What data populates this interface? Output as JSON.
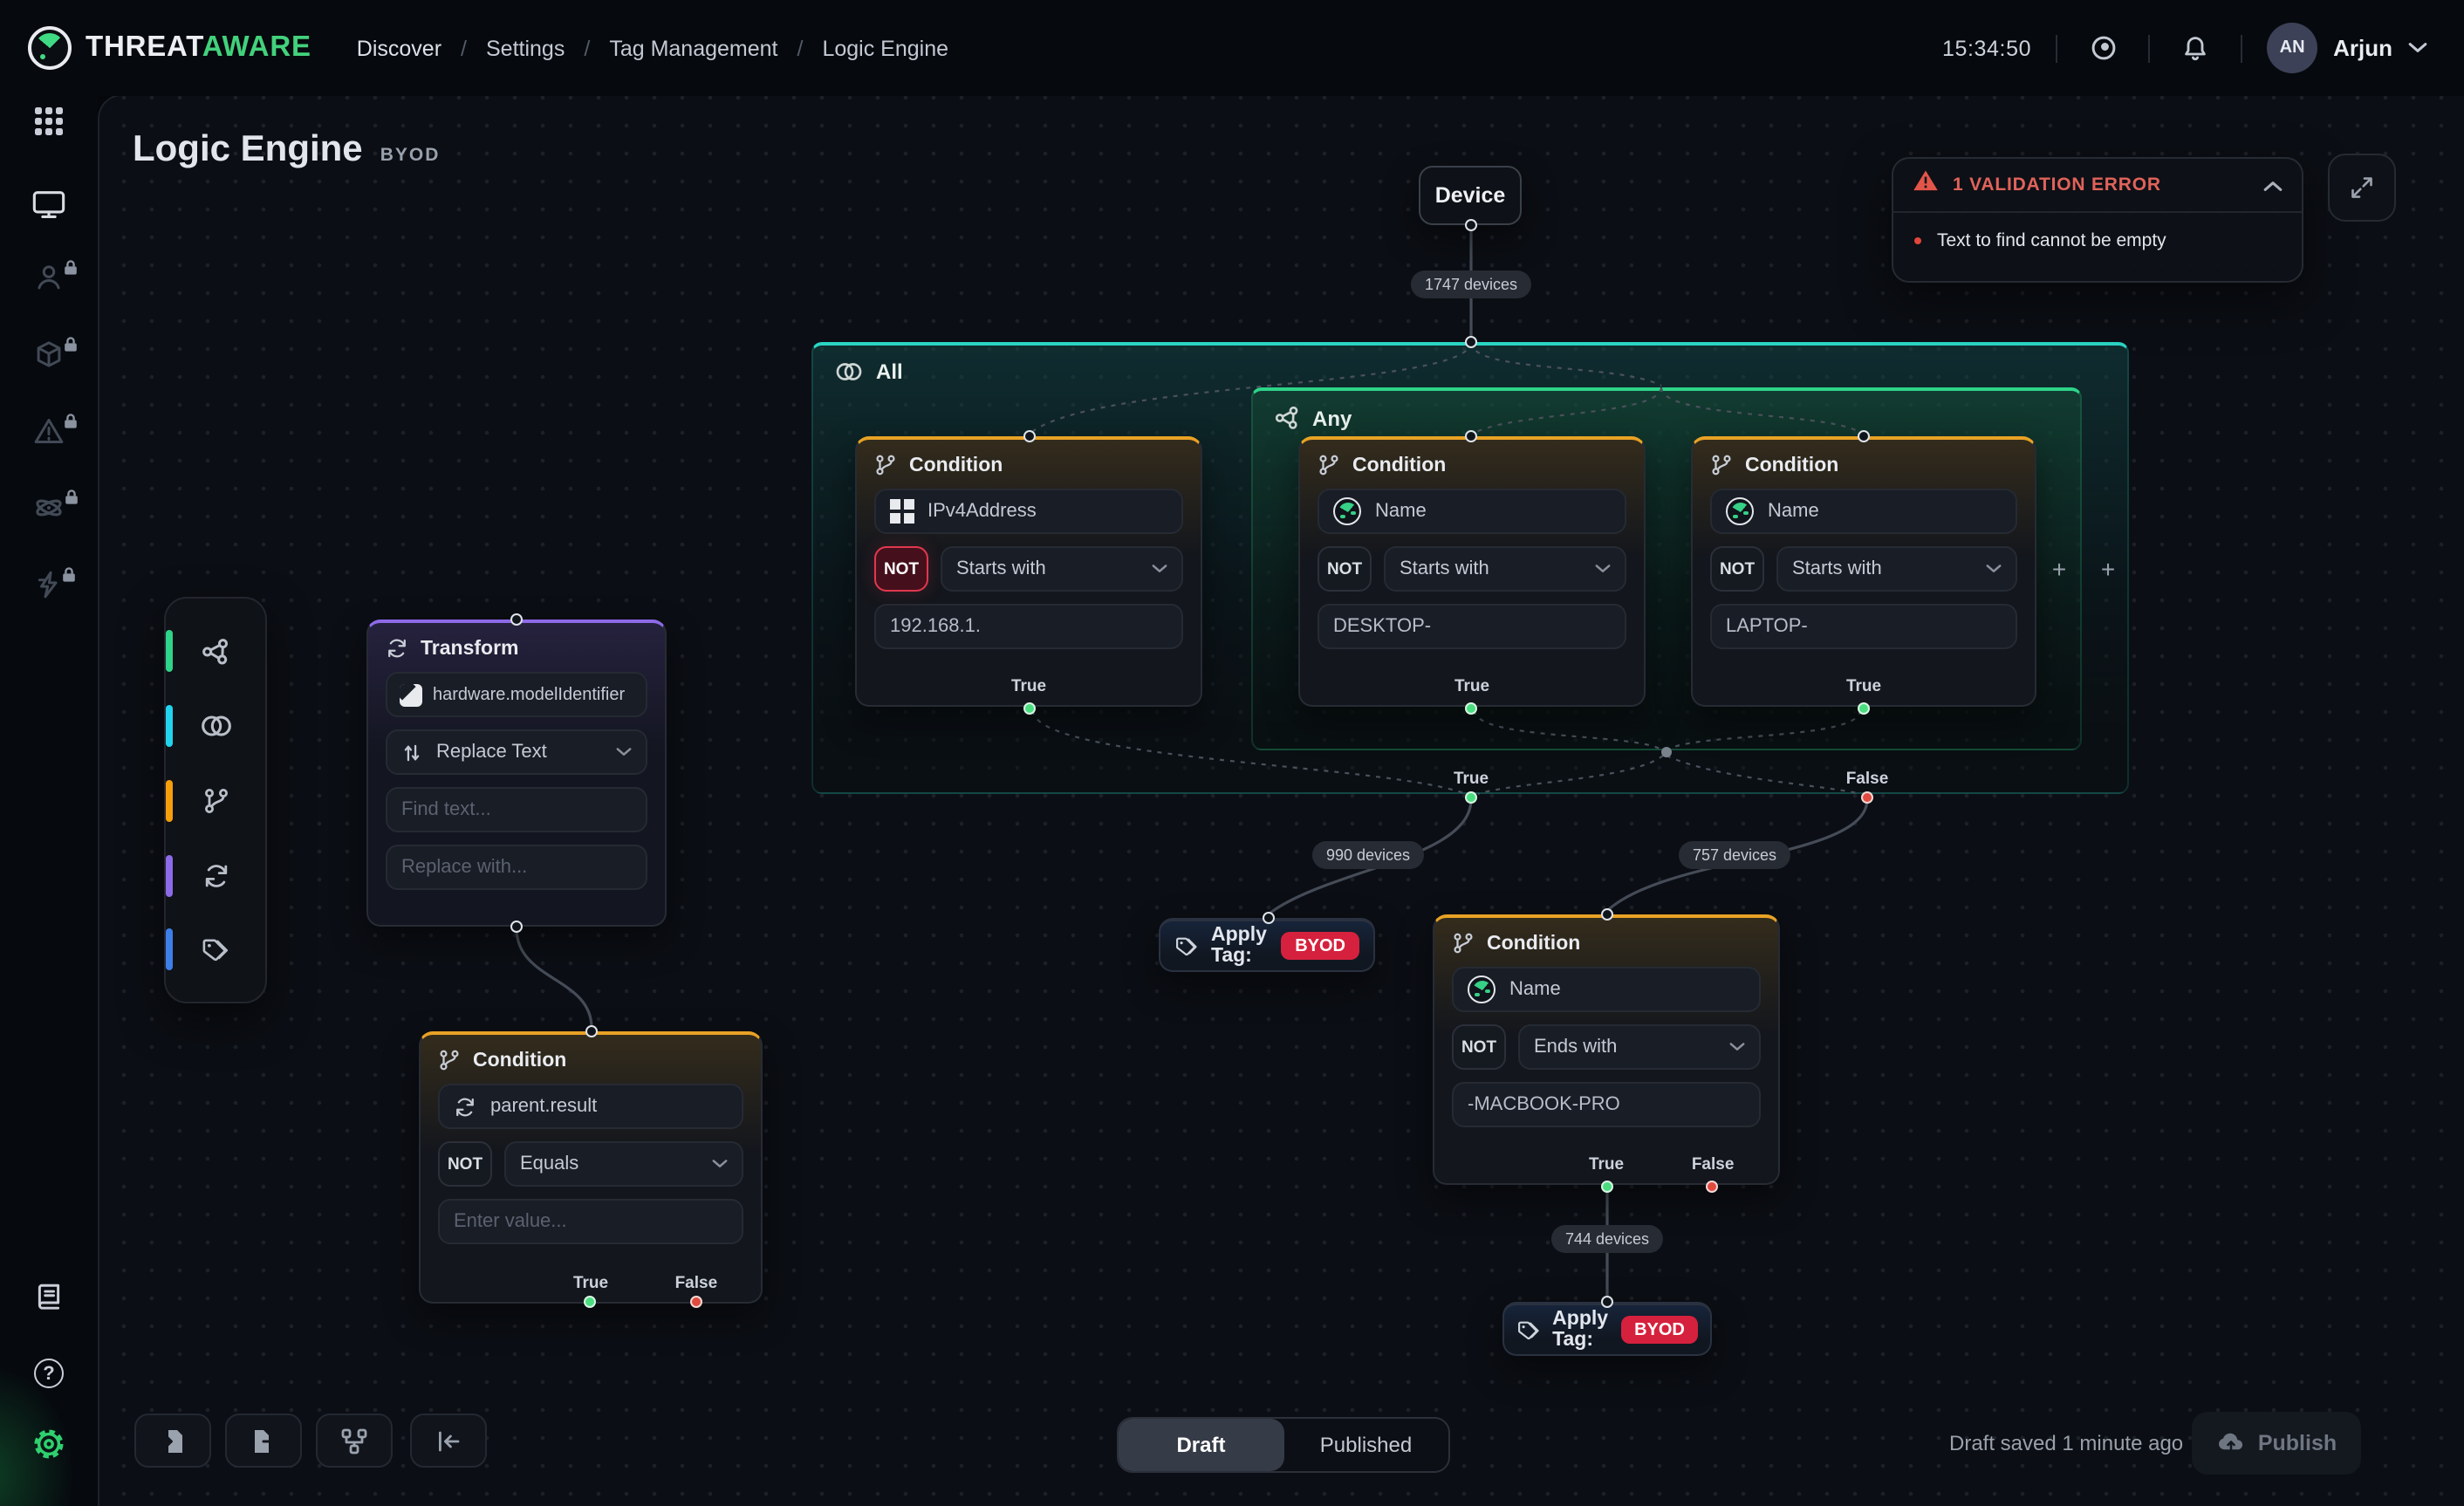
{
  "topbar": {
    "brand": {
      "part1": "Threat",
      "part2": "Aware"
    },
    "breadcrumbs": [
      {
        "label": "Discover"
      },
      {
        "label": "Settings"
      },
      {
        "label": "Tag Management"
      },
      {
        "label": "Logic Engine"
      }
    ],
    "separator": "/",
    "clock": "15:34:50",
    "user": {
      "initials": "AN",
      "name": "Arjun"
    }
  },
  "page": {
    "title": "Logic Engine",
    "badge": "BYOD"
  },
  "validation": {
    "title": "1 VALIDATION ERROR",
    "items": [
      "Text to find cannot be empty"
    ]
  },
  "flow": {
    "device": {
      "label": "Device"
    },
    "groups": {
      "all": {
        "label": "All"
      },
      "any": {
        "label": "Any"
      },
      "outputs": {
        "true": "True",
        "false": "False"
      }
    },
    "edges": {
      "device_count": "1747 devices",
      "true_count": "990 devices",
      "false_count": "757 devices",
      "apply_count": "744 devices"
    },
    "conditions": [
      {
        "title": "Condition",
        "field": "IPv4Address",
        "not_label": "NOT",
        "not_active": true,
        "operator": "Starts with",
        "value": "192.168.1.",
        "true_label": "True"
      },
      {
        "title": "Condition",
        "field": "Name",
        "not_label": "NOT",
        "not_active": false,
        "operator": "Starts with",
        "value": "DESKTOP-",
        "true_label": "True"
      },
      {
        "title": "Condition",
        "field": "Name",
        "not_label": "NOT",
        "not_active": false,
        "operator": "Starts with",
        "value": "LAPTOP-",
        "true_label": "True"
      },
      {
        "title": "Condition",
        "field": "Name",
        "not_label": "NOT",
        "not_active": false,
        "operator": "Ends with",
        "value": "-MACBOOK-PRO",
        "true_label": "True",
        "false_label": "False"
      },
      {
        "title": "Condition",
        "field": "parent.result",
        "not_label": "NOT",
        "not_active": false,
        "operator": "Equals",
        "value_placeholder": "Enter value...",
        "true_label": "True",
        "false_label": "False"
      }
    ],
    "transform": {
      "title": "Transform",
      "field": "hardware.modelIdentifier",
      "operation": "Replace Text",
      "find_placeholder": "Find text...",
      "replace_placeholder": "Replace with..."
    },
    "apply_tags": [
      {
        "label": "Apply Tag:",
        "tag": "BYOD"
      },
      {
        "label": "Apply Tag:",
        "tag": "BYOD"
      }
    ],
    "add_button": "+"
  },
  "palette": {
    "items": [
      "any-group",
      "all-group",
      "condition",
      "transform",
      "apply-tag"
    ]
  },
  "sidebar": {
    "items": [
      "apps",
      "devices",
      "identity-locked",
      "assets-locked",
      "alerts-locked",
      "integrations-locked",
      "automation-locked"
    ],
    "bottom": [
      "docs",
      "help",
      "settings"
    ]
  },
  "footer": {
    "modes": [
      {
        "label": "Draft",
        "active": true
      },
      {
        "label": "Published",
        "active": false
      }
    ],
    "status": "Draft saved 1 minute ago",
    "publish": "Publish"
  },
  "colors": {
    "accent_teal": "#2bd4c3",
    "accent_green": "#2ed489",
    "accent_orange": "#e9a225",
    "accent_purple": "#8d6ae8",
    "accent_blue": "#3d7fe8",
    "error_red": "#e0463c",
    "tag_red": "#d5213d"
  }
}
